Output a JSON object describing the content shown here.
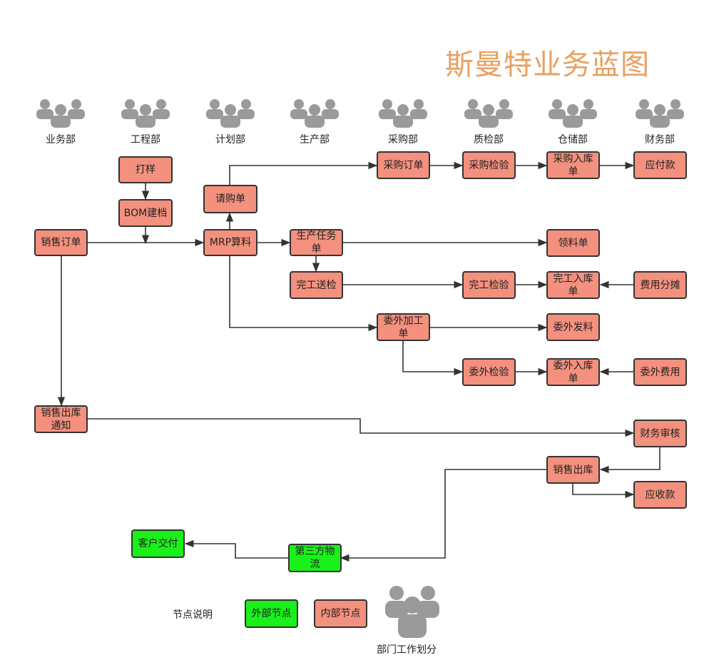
{
  "title": "斯曼特业务蓝图",
  "departments": [
    "业务部",
    "工程部",
    "计划部",
    "生产部",
    "采购部",
    "质检部",
    "仓储部",
    "财务部"
  ],
  "nodes": {
    "dayang": "打样",
    "bom": "BOM建档",
    "xiaoshou_dingdan": "销售订单",
    "mrp": "MRP算料",
    "qinggou": "请购单",
    "caigou_dingdan": "采购订单",
    "caigou_jianyan": "采购检验",
    "caigou_ruku": "采购入库单",
    "yingfu": "应付款",
    "shengchan_renwu": "生产任务单",
    "lingliao": "领料单",
    "wangong_songjian": "完工送检",
    "wangong_jianyan": "完工检验",
    "wangong_ruku": "完工入库单",
    "feiyong_fentan": "费用分摊",
    "weiwai_jiagong": "委外加工单",
    "weiwai_faliao": "委外发料",
    "weiwai_jianyan": "委外检验",
    "weiwai_ruku": "委外入库单",
    "weiwai_feiyong": "委外费用",
    "xiaoshou_chuku_tongzhi": "销售出库通知",
    "caiwu_shenhe": "财务审核",
    "xiaoshou_chuku": "销售出库",
    "yingshou": "应收款",
    "disanfang_wuliu": "第三方物流",
    "kehu_jiaofu": "客户交付"
  },
  "legend": {
    "caption": "节点说明",
    "external": "外部节点",
    "internal": "内部节点",
    "dept_division": "部门工作划分"
  },
  "colors": {
    "internal_node": "#f4907e",
    "external_node": "#1af01a",
    "title": "#e8a060",
    "icon": "#9a9a9a"
  },
  "icons": {
    "department": "people-group-icon",
    "legend": "people-group-icon"
  }
}
